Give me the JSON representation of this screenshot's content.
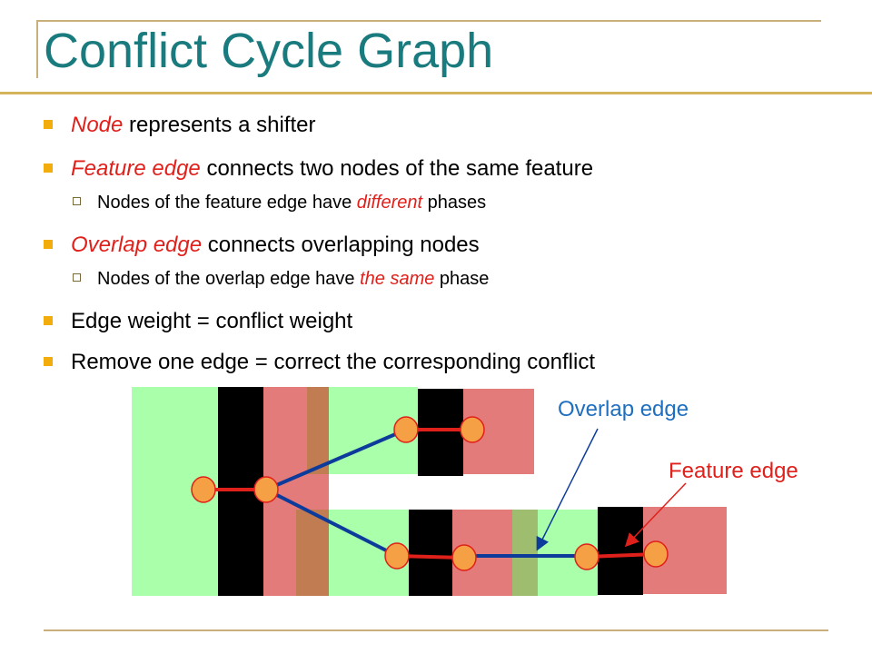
{
  "title": "Conflict Cycle Graph",
  "bullets": [
    {
      "level": 1,
      "em": "Node",
      "rest": " represents a shifter"
    },
    {
      "level": 1,
      "em": "Feature edge",
      "rest": " connects two nodes of the same feature"
    },
    {
      "level": 2,
      "pre": "Nodes of the feature edge have ",
      "em": "different",
      "post": " phases"
    },
    {
      "level": 1,
      "em": "Overlap edge",
      "rest": " connects overlapping nodes"
    },
    {
      "level": 2,
      "pre": "Nodes of the overlap edge have ",
      "em": "the same",
      "post": " phase"
    },
    {
      "level": 1,
      "text": "Edge weight = conflict weight"
    },
    {
      "level": 1,
      "text": "Remove one edge = correct the corresponding conflict"
    }
  ],
  "diagram": {
    "overlap_label": "Overlap edge",
    "feature_label": "Feature edge"
  },
  "colors": {
    "title": "#1a7b7f",
    "accent_red": "#e0201b",
    "shifter_green": "#aaffaa",
    "shifter_red": "#e27b7a",
    "feature_black": "#000000",
    "overlap_brown": "#c17c52",
    "overlap_olive": "#9ebd6e",
    "node_orange": "#f5a044",
    "overlap_edge_blue": "#0d3b9c",
    "feature_edge_red": "#e0201b",
    "annotation_blue": "#1f6fbf"
  }
}
